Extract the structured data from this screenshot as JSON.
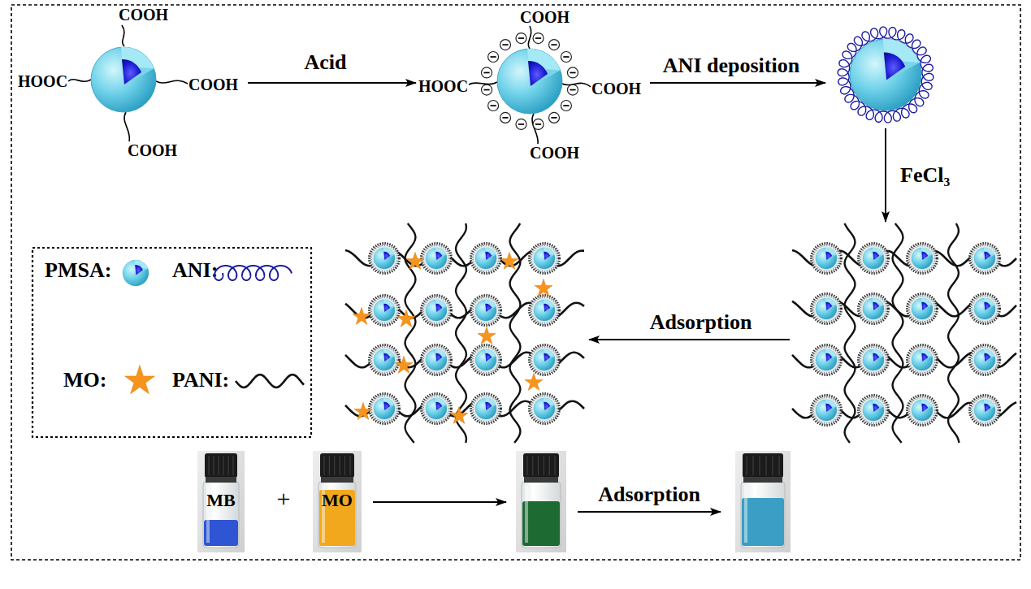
{
  "diagram": {
    "nodes": [
      {
        "text": [
          "COOH",
          "HOOC",
          "COOH",
          "COOH"
        ]
      },
      {
        "text": [
          "COOH",
          "HOOC",
          "COOH",
          "COOH"
        ]
      },
      {
        "text": []
      },
      {
        "text": []
      },
      {
        "text": []
      },
      {
        "text": [
          "MB"
        ]
      },
      {
        "text": [
          "MO"
        ]
      },
      {
        "text": []
      },
      {
        "text": []
      }
    ],
    "edges": [
      {
        "from": 0,
        "to": 1,
        "arrow": "to",
        "label": "Acid"
      },
      {
        "from": 1,
        "to": 2,
        "arrow": "to",
        "label": "ANI deposition"
      },
      {
        "from": 2,
        "to": 3,
        "arrow": "to",
        "label": "FeCl₃"
      },
      {
        "from": 3,
        "to": 4,
        "arrow": "to",
        "label": "Adsorption"
      },
      {
        "from": 6,
        "to": 7,
        "arrow": "to"
      },
      {
        "from": 7,
        "to": 8,
        "arrow": "to",
        "label": "Adsorption"
      }
    ],
    "labels": [
      "+"
    ],
    "legend": [
      {
        "text": "PMSA:"
      },
      {
        "text": "ANI:"
      },
      {
        "text": "MO:"
      },
      {
        "text": "PANI:"
      }
    ]
  }
}
